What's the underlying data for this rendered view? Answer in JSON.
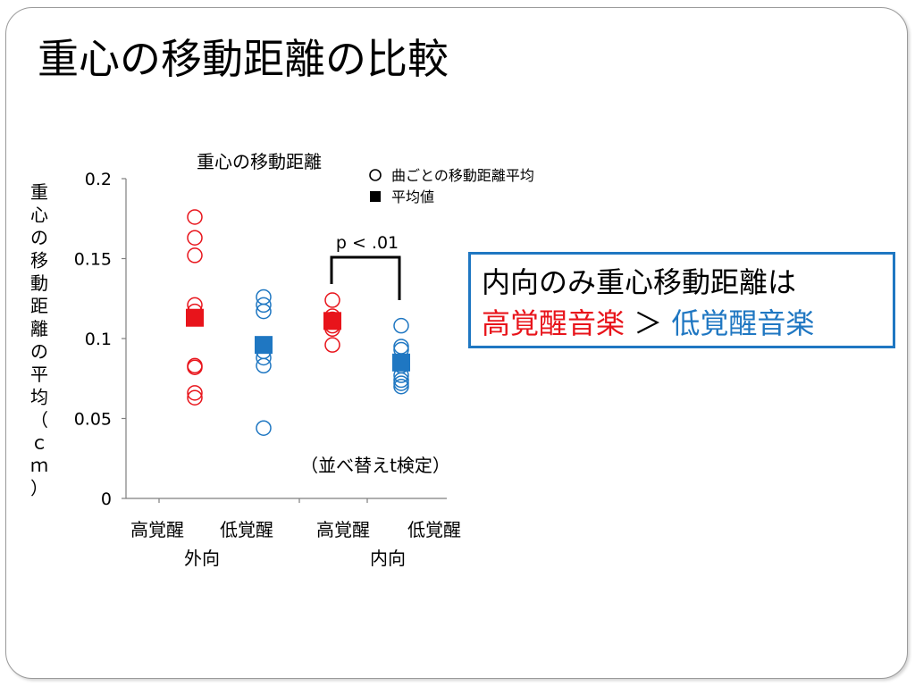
{
  "slide": {
    "title": "重心の移動距離の比較"
  },
  "callout": {
    "line1": "内向のみ重心移動距離は",
    "high": "高覚醒音楽",
    "gt": "＞",
    "low": "低覚醒音楽"
  },
  "colors": {
    "high": "#e8141b",
    "low": "#1f77c2",
    "axis": "#7f7f7f",
    "text": "#000000"
  },
  "chart_data": {
    "type": "scatter",
    "title": "重心の移動距離",
    "ylabel": "重心の移動距離の平均（ｃｍ）",
    "ylim": [
      0,
      0.2
    ],
    "yticks": [
      0,
      0.05,
      0.1,
      0.15,
      0.2
    ],
    "ytick_labels": [
      "0",
      "0.05",
      "0.1",
      "0.15",
      "0.2"
    ],
    "categories": [
      "高覚醒",
      "低覚醒",
      "高覚醒",
      "低覚醒"
    ],
    "groups": [
      "外向",
      "内向"
    ],
    "legend": [
      {
        "marker": "circle",
        "label": "曲ごとの移動距離平均"
      },
      {
        "marker": "square",
        "label": "平均値"
      }
    ],
    "series": [
      {
        "group": "外向",
        "condition": "高覚醒",
        "color": "#e8141b",
        "points": [
          0.176,
          0.163,
          0.152,
          0.121,
          0.117,
          0.083,
          0.082,
          0.066,
          0.063
        ],
        "mean": 0.113
      },
      {
        "group": "外向",
        "condition": "低覚醒",
        "color": "#1f77c2",
        "points": [
          0.126,
          0.121,
          0.117,
          0.096,
          0.092,
          0.088,
          0.083,
          0.044
        ],
        "mean": 0.096
      },
      {
        "group": "内向",
        "condition": "高覚醒",
        "color": "#e8141b",
        "points": [
          0.124,
          0.114,
          0.112,
          0.108,
          0.106,
          0.096
        ],
        "mean": 0.111
      },
      {
        "group": "内向",
        "condition": "低覚醒",
        "color": "#1f77c2",
        "points": [
          0.108,
          0.095,
          0.093,
          0.083,
          0.077,
          0.074,
          0.072,
          0.07
        ],
        "mean": 0.085
      }
    ],
    "annotations": {
      "significance": "p < .01",
      "test": "（並べ替えt検定）"
    }
  }
}
